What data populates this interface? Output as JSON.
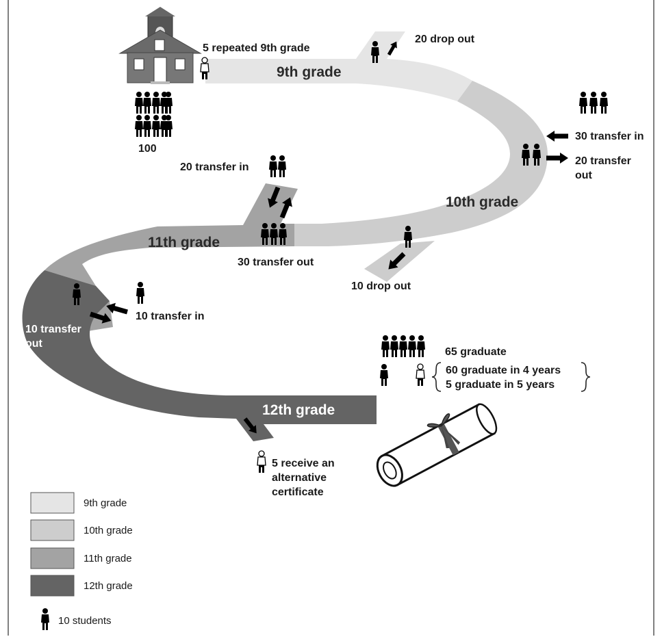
{
  "start": {
    "count": "100"
  },
  "grades": {
    "g9": {
      "label": "9th grade",
      "color": "#e5e5e5"
    },
    "g10": {
      "label": "10th grade",
      "color": "#cdcdcd"
    },
    "g11": {
      "label": "11th grade",
      "color": "#a3a3a3"
    },
    "g12": {
      "label": "12th grade",
      "color": "#646464"
    }
  },
  "events": {
    "repeated_9th": "5 repeated 9th grade",
    "drop_9th": "20 drop out",
    "transfer_in_10th": "30 transfer in",
    "transfer_out_10th_line1": "20 transfer",
    "transfer_out_10th_line2": "out",
    "drop_10th": "10 drop out",
    "transfer_in_11th": "20 transfer in",
    "transfer_out_11th": "30 transfer out",
    "transfer_in_12th": "10 transfer in",
    "transfer_out_12th_line1": "10 transfer",
    "transfer_out_12th_line2": "out",
    "alt_cert_line1": "5 receive an",
    "alt_cert_line2": "alternative",
    "alt_cert_line3": "certificate"
  },
  "graduation": {
    "total": "65 graduate",
    "four_years": "60 graduate in 4 years",
    "five_years": "5 graduate in 5 years"
  },
  "legend": {
    "items": [
      {
        "label": "9th grade",
        "color": "#e5e5e5"
      },
      {
        "label": "10th grade",
        "color": "#cdcdcd"
      },
      {
        "label": "11th grade",
        "color": "#a3a3a3"
      },
      {
        "label": "12th grade",
        "color": "#646464"
      }
    ],
    "person_label": "10 students"
  },
  "icons": {
    "person": "person-icon",
    "half_person": "half-person-icon",
    "school": "school-house-icon",
    "diploma": "diploma-scroll-icon",
    "arrow": "arrow-icon"
  }
}
